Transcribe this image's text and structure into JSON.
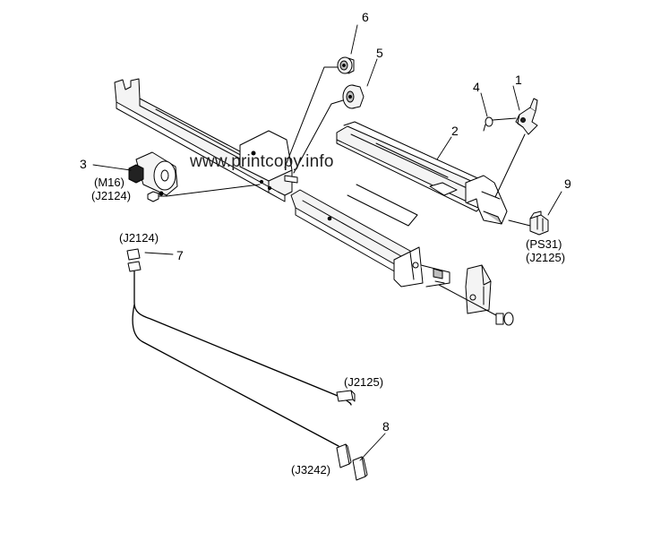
{
  "watermark": "www.printcopy.info",
  "callouts": {
    "n1": "1",
    "n2": "2",
    "n3": "3",
    "n4": "4",
    "n5": "5",
    "n6": "6",
    "n7": "7",
    "n8": "8",
    "n9": "9"
  },
  "connector_labels": {
    "m16": "(M16)",
    "j2124_motor": "(J2124)",
    "j2124_cable": "(J2124)",
    "ps31": "(PS31)",
    "j2125_sensor": "(J2125)",
    "j2125_cable": "(J2125)",
    "j3242": "(J3242)"
  },
  "colors": {
    "line": "#000000",
    "part_fill": "#f4f4f4",
    "dark_fill": "#222222",
    "mid_fill": "#bdbdbd"
  }
}
